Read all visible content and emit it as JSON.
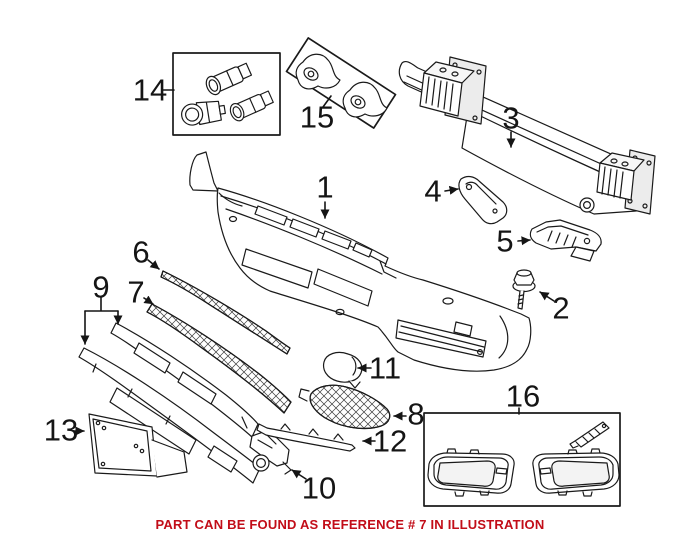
{
  "diagram": {
    "callouts": [
      {
        "label": "1"
      },
      {
        "label": "2"
      },
      {
        "label": "3"
      },
      {
        "label": "4"
      },
      {
        "label": "5"
      },
      {
        "label": "6"
      },
      {
        "label": "7"
      },
      {
        "label": "8"
      },
      {
        "label": "9"
      },
      {
        "label": "10"
      },
      {
        "label": "11"
      },
      {
        "label": "12"
      },
      {
        "label": "13"
      },
      {
        "label": "14"
      },
      {
        "label": "15"
      },
      {
        "label": "16"
      }
    ]
  },
  "caption": {
    "text": "PART CAN BE FOUND AS REFERENCE # 7 IN ILLUSTRATION"
  },
  "colors": {
    "caption_red": "#c20d18",
    "line_art": "#1a1a1a",
    "background": "#ffffff"
  }
}
